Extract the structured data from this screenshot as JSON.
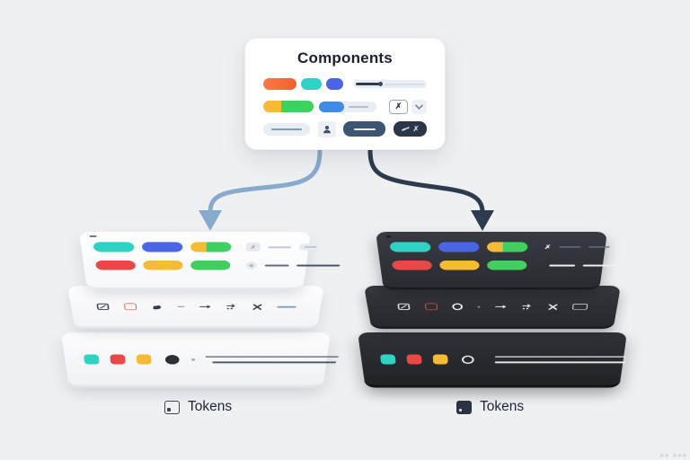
{
  "components_card": {
    "title": "Components"
  },
  "labels": {
    "left": "Tokens",
    "right": "Tokens"
  },
  "glyphs": {
    "x_small": "✗"
  },
  "watermark": "»» »»»",
  "palette": {
    "bg": "#eef0f2",
    "ink": "#1a202c",
    "orange": "#f4602e",
    "teal": "#2ed3c6",
    "blue": "#4a66e6",
    "skyblue": "#3f8ce8",
    "yellow": "#f5bb34",
    "green": "#3ed160",
    "red": "#ea4747",
    "navy": "#2b3647",
    "slate": "#3d5570",
    "track": "#e9eef4",
    "darkBoard": "#383b42",
    "arrowLeft": "#88aacd",
    "arrowRight": "#2c3b4e"
  }
}
